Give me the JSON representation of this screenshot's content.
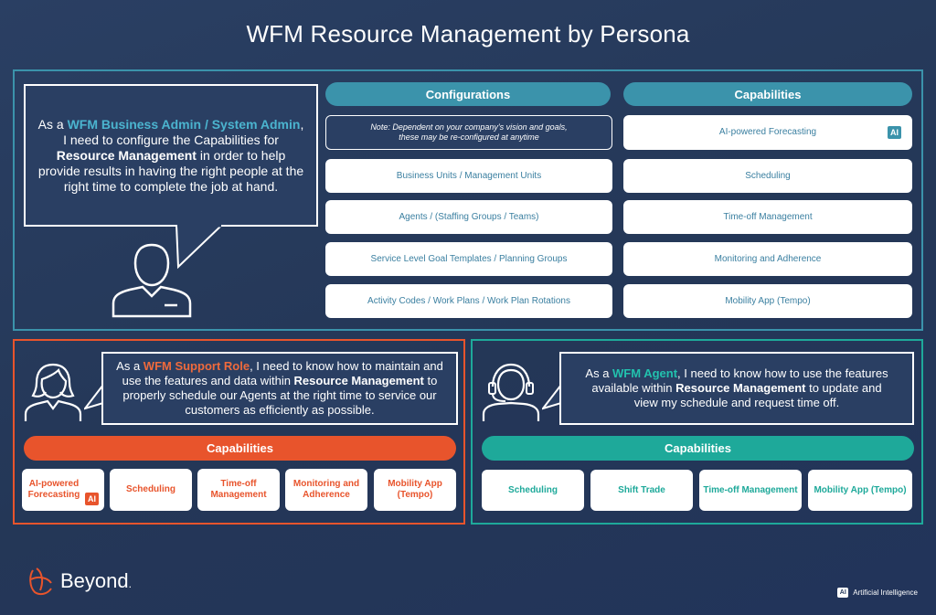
{
  "title": "WFM Resource Management by Persona",
  "colors": {
    "teal": "#3b93ab",
    "orange": "#e8542c",
    "green": "#1ea99a",
    "background": "#263a5c"
  },
  "admin": {
    "prefix": "As a ",
    "role": "WFM Business Admin / System Admin",
    "text1": ", I need to configure the Capabilities for ",
    "bold": "Resource Management",
    "text2": " in order to help provide results in having the right people at the right time to complete the job at hand.",
    "icon": "person-icon",
    "configurations_label": "Configurations",
    "capabilities_label": "Capabilities",
    "note": "Note: Dependent on your company's vision and goals, these may be re-configured at anytime",
    "configurations": [
      "Business Units / Management Units",
      "Agents / (Staffing Groups / Teams)",
      "Service Level Goal Templates / Planning Groups",
      "Activity Codes / Work Plans / Work Plan Rotations"
    ],
    "capabilities": [
      "AI-powered Forecasting",
      "Scheduling",
      "Time-off Management",
      "Monitoring and Adherence",
      "Mobility App (Tempo)"
    ],
    "ai_badge": "AI"
  },
  "support": {
    "prefix": "As a ",
    "role": "WFM Support Role",
    "text1": ", I need to know how to maintain and use the features and data within ",
    "bold": "Resource Management",
    "text2": " to properly schedule our Agents at the right time to service our customers as efficiently as possible.",
    "icon": "woman-icon",
    "capabilities_label": "Capabilities",
    "capabilities": [
      "AI-powered Forecasting",
      "Scheduling",
      "Time-off Management",
      "Monitoring and Adherence",
      "Mobility App (Tempo)"
    ],
    "ai_badge": "AI"
  },
  "agent": {
    "prefix": "As a ",
    "role": "WFM Agent",
    "text1": ", I need to know how to use the features available within ",
    "bold": "Resource Management",
    "text2": " to update and view my schedule and request time off.",
    "icon": "headset-agent-icon",
    "capabilities_label": "Capabilities",
    "capabilities": [
      "Scheduling",
      "Shift Trade",
      "Time-off Management",
      "Mobility App (Tempo)"
    ]
  },
  "brand": {
    "name": "Beyond",
    "mark": "."
  },
  "footer": {
    "ai_badge": "AI",
    "label": "Artificial Intelligence"
  }
}
